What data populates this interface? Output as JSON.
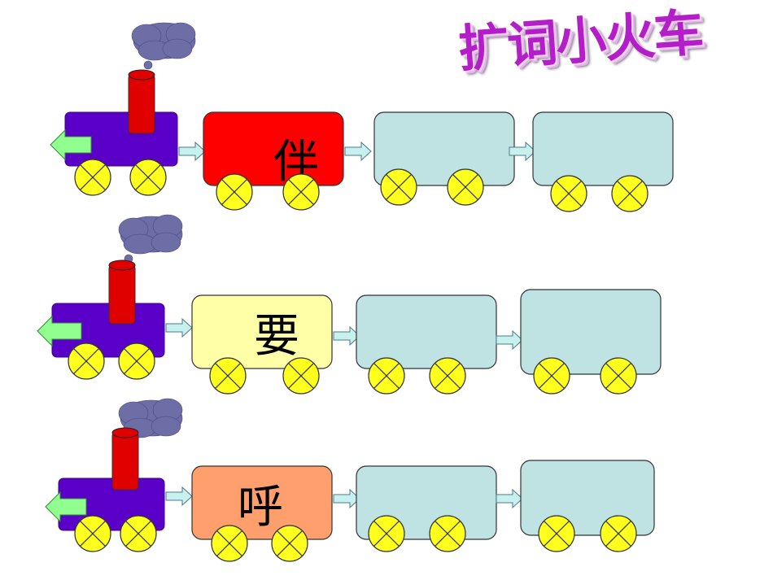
{
  "title": "扩词小火车",
  "colors": {
    "engine": "#5a00c8",
    "chimney": "#e00000",
    "smoke": "#6e6ea6",
    "arrow_front": "#90ff90",
    "coupler_arrow": "#c8f0ee",
    "wheel": "#ffff1e",
    "empty_car": "#bfe3e3"
  },
  "trains": [
    {
      "first_char": "伴",
      "first_car_color": "#ff0000",
      "empty_cars": 2
    },
    {
      "first_char": "要",
      "first_car_color": "#ffffa8",
      "empty_cars": 2
    },
    {
      "first_char": "呼",
      "first_car_color": "#ff9f6e",
      "empty_cars": 2
    }
  ]
}
